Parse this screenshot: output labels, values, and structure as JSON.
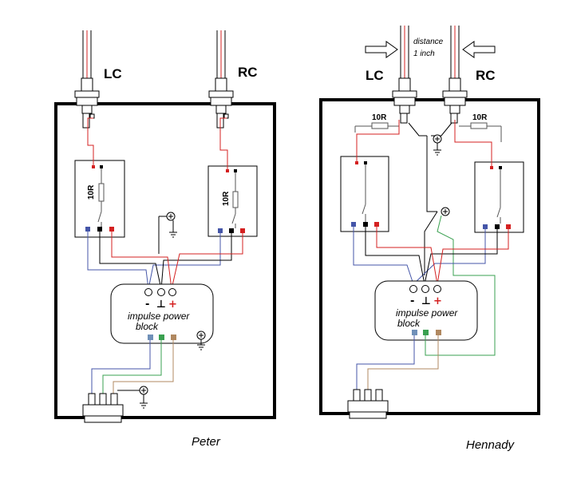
{
  "peter": {
    "caption": "Peter",
    "left_connector": "LC",
    "right_connector": "RC",
    "left_resistor": "10R",
    "right_resistor": "10R",
    "block_line1": "impulse power",
    "block_line2": "block",
    "minus": "-",
    "ground": "⊥",
    "plus": "+"
  },
  "hennady": {
    "caption": "Hennady",
    "left_connector": "LC",
    "right_connector": "RC",
    "left_resistor": "10R",
    "right_resistor": "10R",
    "distance_line1": "distance",
    "distance_line2": "1  inch",
    "block_line1": "impulse power",
    "block_line2": "block",
    "minus": "-",
    "ground": "⊥",
    "plus": "+"
  },
  "colors": {
    "red": "#d42020",
    "blue": "#4455a8",
    "green": "#3aa050",
    "tan": "#b08860",
    "black": "#000000",
    "wire": "#555555"
  },
  "icons": [
    "ground-symbol-icon",
    "coaxial-connector-icon",
    "terminal-screw-icon",
    "arrow-right-icon",
    "arrow-left-icon"
  ]
}
